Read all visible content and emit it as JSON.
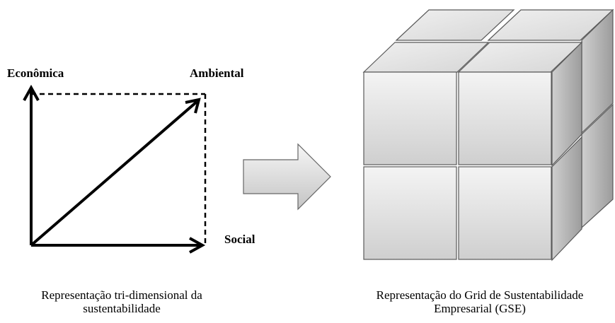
{
  "left_diagram": {
    "label_top_left": "Econômica",
    "label_top_right": "Ambiental",
    "label_bottom_right": "Social",
    "caption_line1": "Representação tri-dimensional da",
    "caption_line2": "sustentabilidade"
  },
  "right_diagram": {
    "caption_line1": "Representação do Grid de Sustentabilidade",
    "caption_line2": "Empresarial (GSE)"
  },
  "colors": {
    "line": "#000000",
    "cube_front_light": "#f2f2f2",
    "cube_front_dark": "#c8c8c8",
    "cube_top": "#e4e4e4",
    "cube_side": "#b0b0b0",
    "cube_edge": "#595959"
  }
}
